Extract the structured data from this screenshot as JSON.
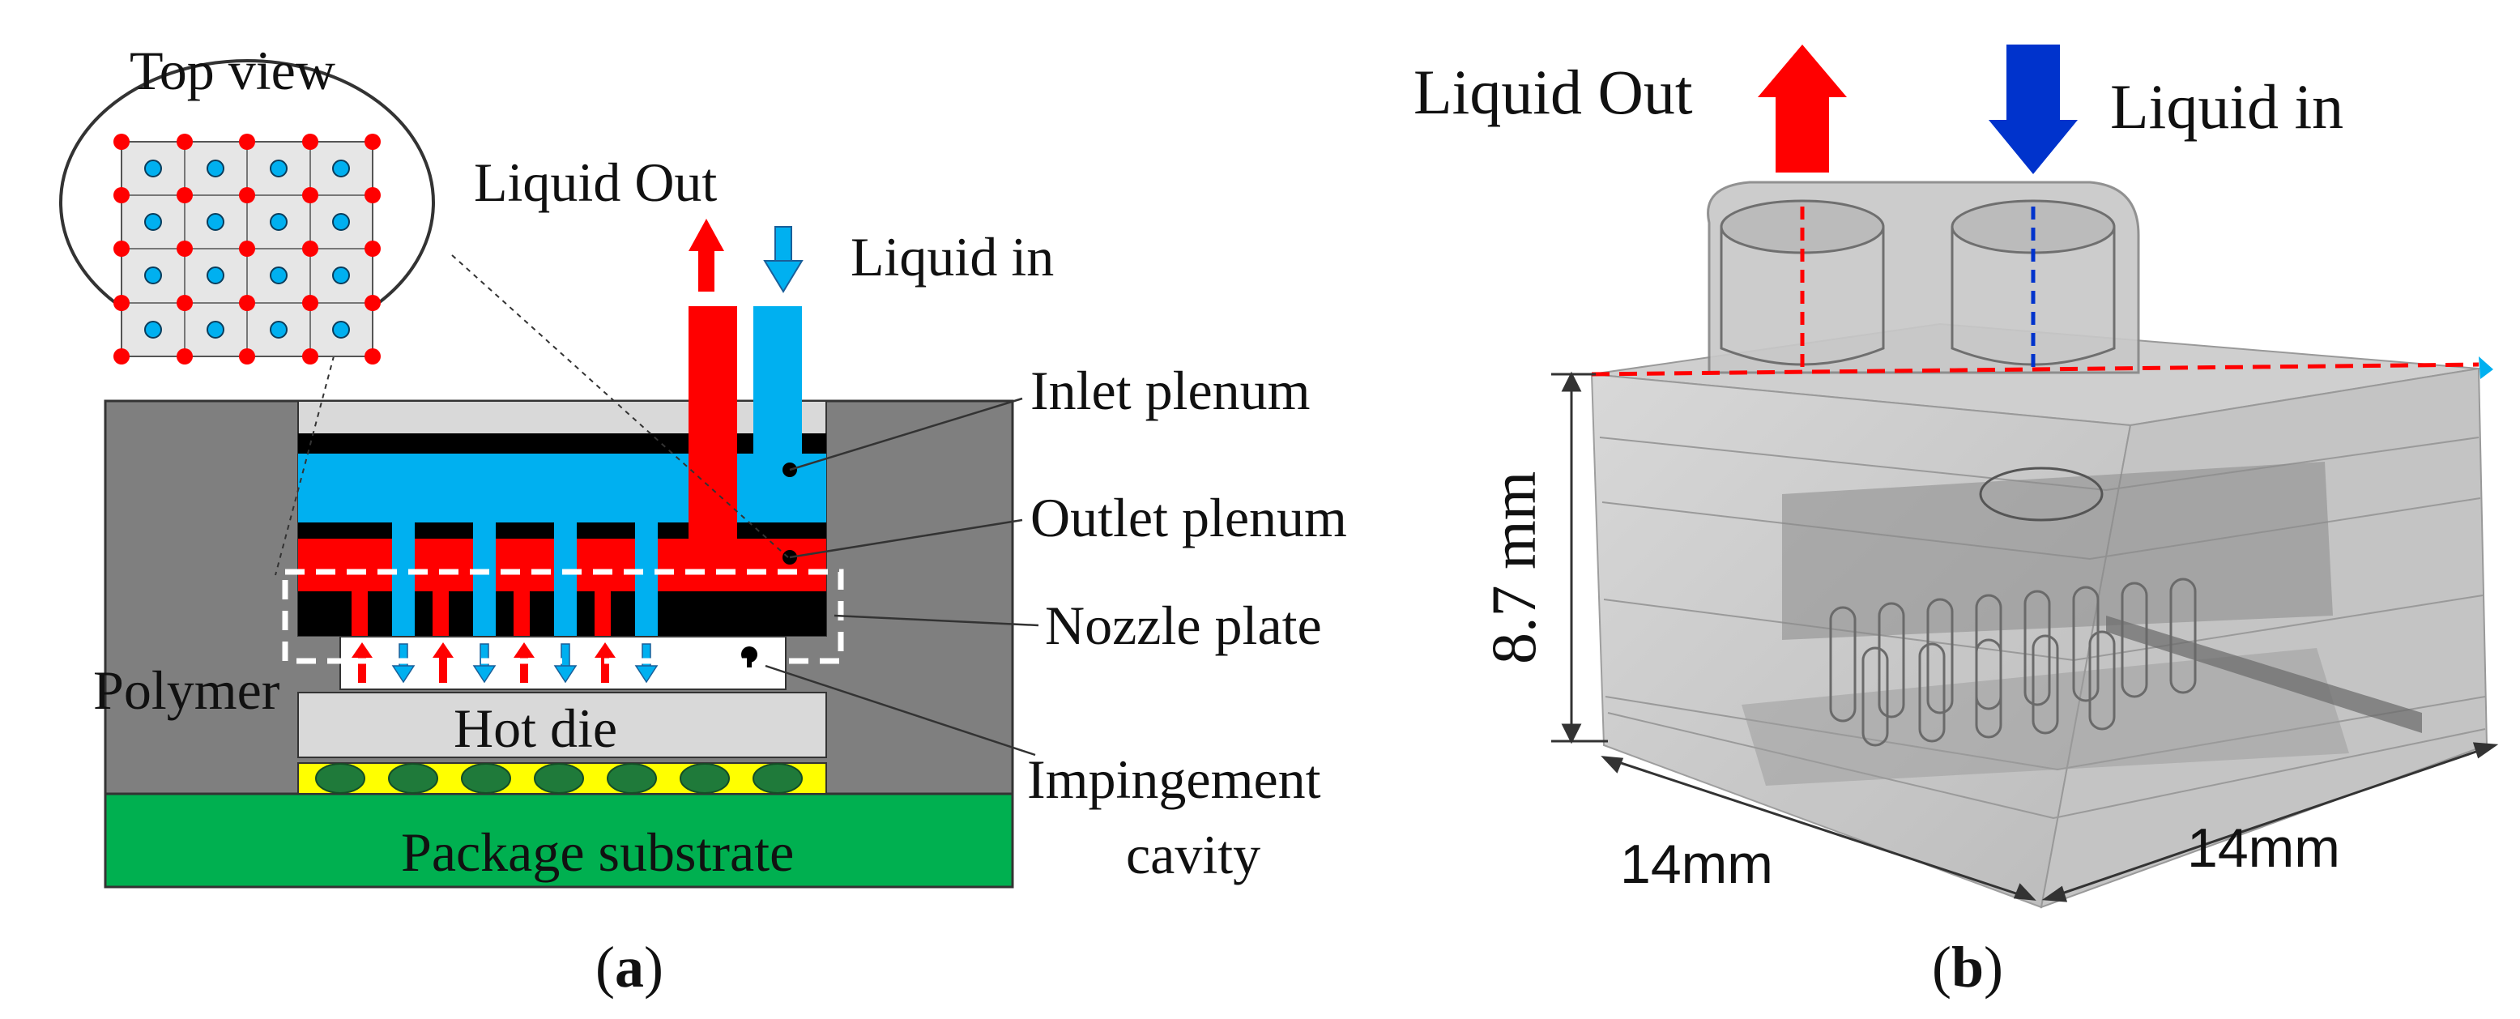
{
  "panel_a": {
    "top_view_label": "Top view",
    "liquid_out_label": "Liquid Out",
    "liquid_in_label": "Liquid in",
    "inlet_plenum_label": "Inlet plenum",
    "outlet_plenum_label": "Outlet plenum",
    "nozzle_plate_label": "Nozzle plate",
    "polymer_label": "Polymer",
    "hot_die_label": "Hot die",
    "impingement_label_line1": "Impingement",
    "impingement_label_line2": "cavity",
    "package_substrate_label": "Package substrate",
    "caption_open": "(",
    "caption_letter": "a",
    "caption_close": ")"
  },
  "panel_b": {
    "liquid_out_label": "Liquid Out",
    "liquid_in_label": "Liquid in",
    "height_label": "8.7 mm",
    "width_left_label": "14mm",
    "width_right_label": "14mm",
    "caption_open": "(",
    "caption_letter": "b",
    "caption_close": ")"
  },
  "colors": {
    "outlet_red": "#ff0000",
    "inlet_blue": "#00b0f0",
    "arrow_blue_b": "#0033cc",
    "package_green": "#00b050",
    "polymer_gray": "#7f7f7f",
    "die_gray": "#d9d9d9",
    "black": "#000000",
    "bump_yellow": "#ffff00"
  }
}
